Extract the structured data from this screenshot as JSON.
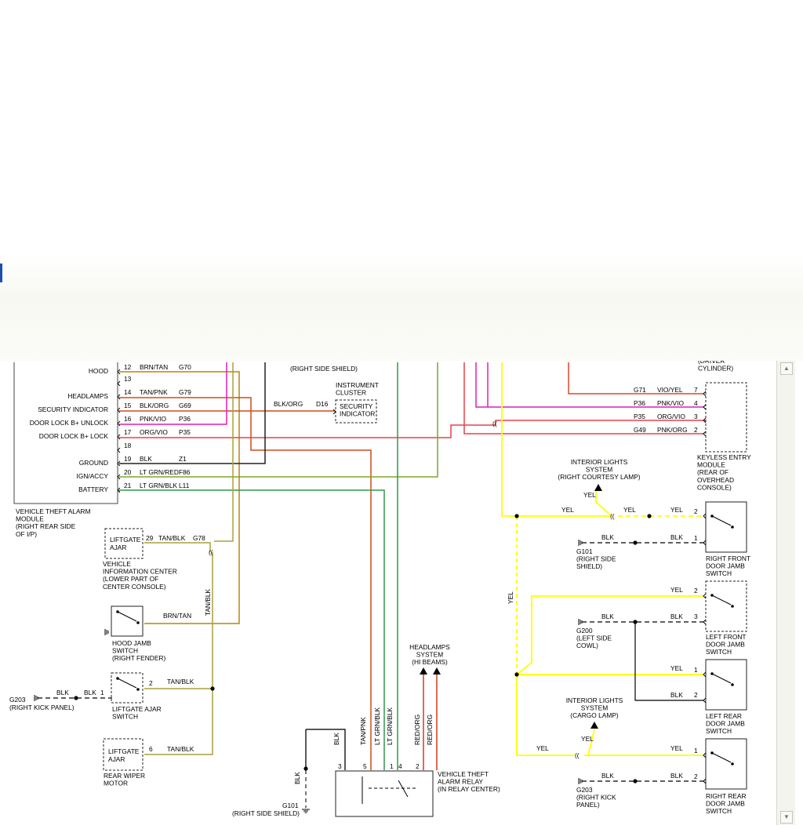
{
  "scrollbar": {
    "up": "▲",
    "down": "▼"
  },
  "module": {
    "pins": [
      {
        "label": "HOOD",
        "pin": "12",
        "wire": "BRN/TAN",
        "circuit": "G70"
      },
      {
        "label": "",
        "pin": "13",
        "wire": "",
        "circuit": ""
      },
      {
        "label": "HEADLAMPS",
        "pin": "14",
        "wire": "TAN/PNK",
        "circuit": "G79"
      },
      {
        "label": "SECURITY INDICATOR",
        "pin": "15",
        "wire": "BLK/ORG",
        "circuit": "G69"
      },
      {
        "label": "DOOR LOCK B+ UNLOCK",
        "pin": "16",
        "wire": "PNK/VIO",
        "circuit": "P36"
      },
      {
        "label": "DOOR LOCK B+ LOCK",
        "pin": "17",
        "wire": "ORG/VIO",
        "circuit": "P35"
      },
      {
        "label": "",
        "pin": "18",
        "wire": "",
        "circuit": ""
      },
      {
        "label": "GROUND",
        "pin": "19",
        "wire": "BLK",
        "circuit": "Z1"
      },
      {
        "label": "IGN/ACCY",
        "pin": "20",
        "wire": "LT GRN/RED",
        "circuit": "F86"
      },
      {
        "label": "BATTERY",
        "pin": "21",
        "wire": "LT GRN/BLK",
        "circuit": "L11"
      }
    ],
    "name": [
      "VEHICLE THEFT ALARM",
      "MODULE",
      "(RIGHT REAR SIDE",
      "OF I/P)"
    ]
  },
  "top": {
    "right_side_shield": "(RIGHT SIDE SHIELD)",
    "cylinder": [
      "(DRIVER",
      "CYLINDER)"
    ],
    "instrument_cluster": [
      "INSTRUMENT",
      "CLUSTER"
    ],
    "security_indicator": [
      "SECURITY",
      "INDICATOR"
    ],
    "blk_org": "BLK/ORG",
    "d16": "D16"
  },
  "keyless": {
    "pins": [
      {
        "circuit": "G71",
        "wire": "VIO/YEL",
        "pin": "7"
      },
      {
        "circuit": "P36",
        "wire": "PNK/VIO",
        "pin": "4"
      },
      {
        "circuit": "P35",
        "wire": "ORG/VIO",
        "pin": "3"
      },
      {
        "circuit": "G49",
        "wire": "PNK/ORG",
        "pin": "2"
      }
    ],
    "name": [
      "KEYLESS ENTRY",
      "MODULE",
      "(REAR OF",
      "OVERHEAD",
      "CONSOLE)"
    ]
  },
  "liftgate_ajar": {
    "box": [
      "LIFTGATE",
      "AJAR"
    ],
    "pin": "29",
    "wire": "TAN/BLK",
    "circuit": "G78",
    "vic": [
      "VEHICLE",
      "INFORMATION CENTER",
      "(LOWER PART OF",
      "CENTER CONSOLE)"
    ],
    "vertical_wire": "TAN/BLK"
  },
  "hood_switch": {
    "wire": "BRN/TAN",
    "name": [
      "HOOD JAMB",
      "SWITCH",
      "(RIGHT FENDER)"
    ]
  },
  "liftgate_switch": {
    "g203": "G203",
    "g203_loc": "(RIGHT KICK PANEL)",
    "blk1": "BLK",
    "blk2": "BLK",
    "pin_left": "1",
    "pin_right": "2",
    "wire": "TAN/BLK",
    "name": [
      "LIFTGATE AJAR",
      "SWITCH"
    ]
  },
  "rear_wiper": {
    "box": [
      "LIFTGATE",
      "AJAR"
    ],
    "pin": "6",
    "wire": "TAN/BLK",
    "name": [
      "REAR WIPER",
      "MOTOR"
    ]
  },
  "relay": {
    "headlamps": [
      "HEADLAMPS",
      "SYSTEM",
      "(HI BEAMS)"
    ],
    "wires": [
      "BLK",
      "TAN/PNK",
      "LT GRN/BLK",
      "LT GRN/BLK",
      "RED/ORG",
      "RED/ORG"
    ],
    "pins": [
      "3",
      "5",
      "1",
      "4",
      "2"
    ],
    "name": [
      "VEHICLE THEFT",
      "ALARM RELAY",
      "(IN RELAY CENTER)"
    ],
    "g101_blk": "BLK",
    "g101": "G101",
    "g101_loc": "(RIGHT SIDE SHIELD)"
  },
  "right": {
    "courtesy": [
      "INTERIOR LIGHTS",
      "SYSTEM",
      "(RIGHT COURTESY LAMP)"
    ],
    "cargo": [
      "INTERIOR LIGHTS",
      "SYSTEM",
      "(CARGO LAMP)"
    ],
    "yel": "YEL",
    "blk": "BLK",
    "g101": [
      "G101",
      "(RIGHT SIDE",
      "SHIELD)"
    ],
    "g200": [
      "G200",
      "(LEFT SIDE",
      "COWL)"
    ],
    "g203": [
      "G203",
      "(RIGHT KICK",
      "PANEL)"
    ],
    "rf_name": [
      "RIGHT FRONT",
      "DOOR JAMB",
      "SWITCH"
    ],
    "lf_name": [
      "LEFT FRONT",
      "DOOR JAMB",
      "SWITCH"
    ],
    "lr_name": [
      "LEFT REAR",
      "DOOR JAMB",
      "SWITCH"
    ],
    "rr_name": [
      "RIGHT REAR",
      "DOOR JAMB",
      "SWITCH"
    ],
    "pins": [
      "2",
      "1",
      "2",
      "3",
      "1",
      "2",
      "1",
      "2"
    ]
  },
  "colors": {
    "brn_tan": "#b8860b",
    "tan_pnk": "#d04c1c",
    "blk_org": "#d04c1c",
    "pnk_vio": "#e01fb0",
    "org_vio": "#e8404a",
    "blk": "#222222",
    "lt_grn_red": "#79a82a",
    "lt_grn_blk": "#2f9a4a",
    "yel": "#ffff00",
    "tan_blk": "#a9a13a",
    "red_org": "#d23a1a",
    "vio_yel": "#d84a2a"
  }
}
